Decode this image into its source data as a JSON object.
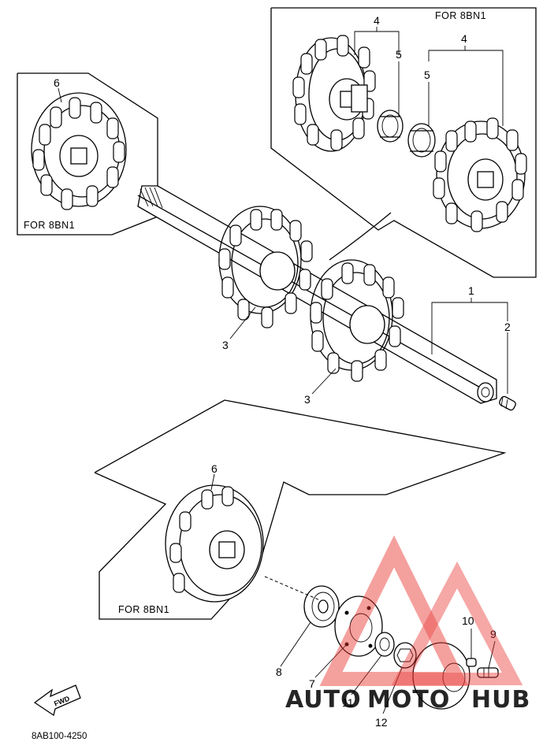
{
  "diagram": {
    "callouts": {
      "c1": "1",
      "c2": "2",
      "c3a": "3",
      "c3b": "3",
      "c4a": "4",
      "c4b": "4",
      "c5a": "5",
      "c5b": "5",
      "c6a": "6",
      "c6b": "6",
      "c7": "7",
      "c8": "8",
      "c9": "9",
      "c10": "10",
      "c11": "11",
      "c12": "12"
    },
    "notes": {
      "top_right": "FOR 8BN1",
      "left": "FOR 8BN1",
      "bottom": "FOR 8BN1"
    },
    "fwd_label": "FWD",
    "diagram_code": "8AB100-4250"
  },
  "watermark": {
    "text_a": "AUTO",
    "text_b": "MOTO",
    "text_c": "HUB",
    "color_red": "#e8342f",
    "color_orange": "#f4b03a"
  }
}
